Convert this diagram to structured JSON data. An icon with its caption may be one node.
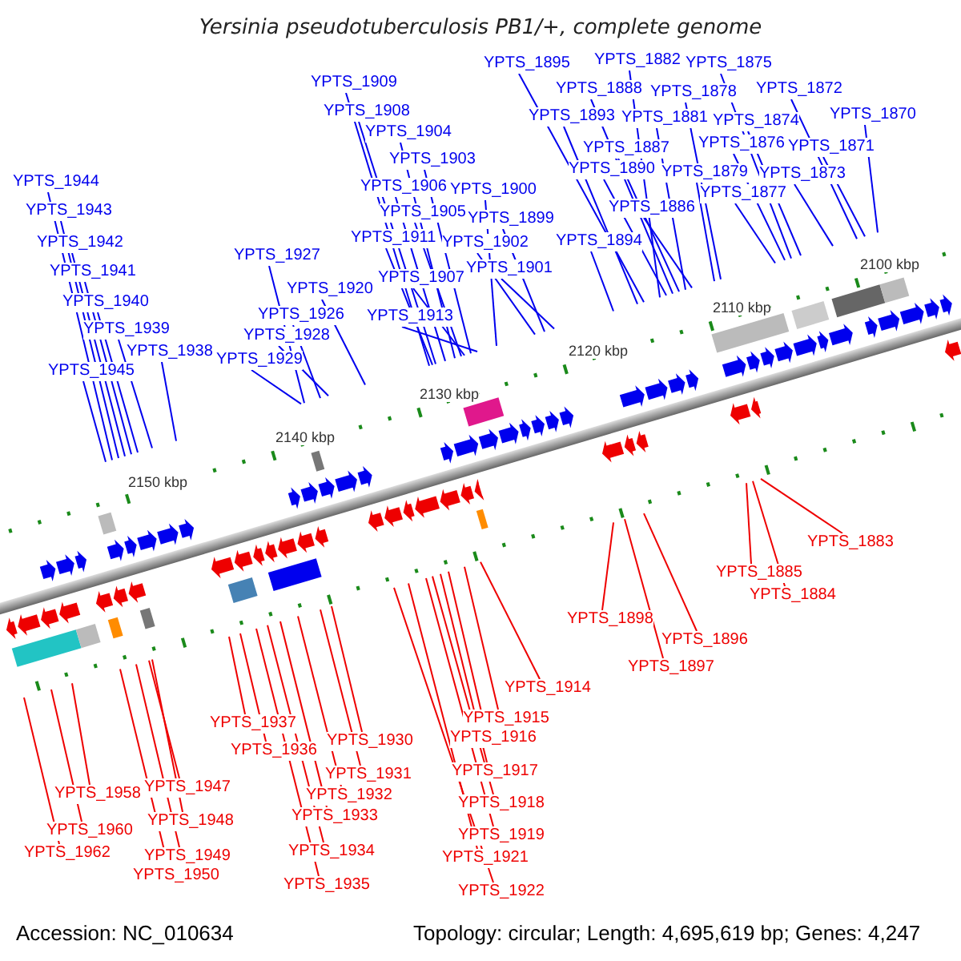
{
  "diagram": {
    "title": "Yersinia pseudotuberculosis PB1/+, complete genome",
    "nodes": [
      {
        "text": [
          "YPTS_1944"
        ]
      },
      {
        "text": [
          "YPTS_1943"
        ]
      },
      {
        "text": [
          "YPTS_1942"
        ]
      },
      {
        "text": [
          "YPTS_1941"
        ]
      },
      {
        "text": [
          "YPTS_1940"
        ]
      },
      {
        "text": [
          "YPTS_1939"
        ]
      },
      {
        "text": [
          "YPTS_1945"
        ]
      },
      {
        "text": [
          "YPTS_1938"
        ]
      },
      {
        "text": [
          "YPTS_1927"
        ]
      },
      {
        "text": [
          "YPTS_1920"
        ]
      },
      {
        "text": [
          "YPTS_1926"
        ]
      },
      {
        "text": [
          "YPTS_1928"
        ]
      },
      {
        "text": [
          "YPTS_1929"
        ]
      },
      {
        "text": [
          "YPTS_1909"
        ]
      },
      {
        "text": [
          "YPTS_1908"
        ]
      },
      {
        "text": [
          "YPTS_1904"
        ]
      },
      {
        "text": [
          "YPTS_1903"
        ]
      },
      {
        "text": [
          "YPTS_1906"
        ]
      },
      {
        "text": [
          "YPTS_1905"
        ]
      },
      {
        "text": [
          "YPTS_1911"
        ]
      },
      {
        "text": [
          "YPTS_1907"
        ]
      },
      {
        "text": [
          "YPTS_1913"
        ]
      },
      {
        "text": [
          "YPTS_1900"
        ]
      },
      {
        "text": [
          "YPTS_1899"
        ]
      },
      {
        "text": [
          "YPTS_1902"
        ]
      },
      {
        "text": [
          "YPTS_1901"
        ]
      },
      {
        "text": [
          "YPTS_1895"
        ]
      },
      {
        "text": [
          "YPTS_1893"
        ]
      },
      {
        "text": [
          "YPTS_1894"
        ]
      },
      {
        "text": [
          "YPTS_1888"
        ]
      },
      {
        "text": [
          "YPTS_1887"
        ]
      },
      {
        "text": [
          "YPTS_1890"
        ]
      },
      {
        "text": [
          "YPTS_1886"
        ]
      },
      {
        "text": [
          "YPTS_1882"
        ]
      },
      {
        "text": [
          "YPTS_1881"
        ]
      },
      {
        "text": [
          "YPTS_1878"
        ]
      },
      {
        "text": [
          "YPTS_1879"
        ]
      },
      {
        "text": [
          "YPTS_1876"
        ]
      },
      {
        "text": [
          "YPTS_1874"
        ]
      },
      {
        "text": [
          "YPTS_1875"
        ]
      },
      {
        "text": [
          "YPTS_1877"
        ]
      },
      {
        "text": [
          "YPTS_1872"
        ]
      },
      {
        "text": [
          "YPTS_1873"
        ]
      },
      {
        "text": [
          "YPTS_1871"
        ]
      },
      {
        "text": [
          "YPTS_1870"
        ]
      },
      {
        "text": [
          "YPTS_1958"
        ]
      },
      {
        "text": [
          "YPTS_1960"
        ]
      },
      {
        "text": [
          "YPTS_1962"
        ]
      },
      {
        "text": [
          "YPTS_1947"
        ]
      },
      {
        "text": [
          "YPTS_1948"
        ]
      },
      {
        "text": [
          "YPTS_1949"
        ]
      },
      {
        "text": [
          "YPTS_1950"
        ]
      },
      {
        "text": [
          "YPTS_1937"
        ]
      },
      {
        "text": [
          "YPTS_1936"
        ]
      },
      {
        "text": [
          "YPTS_1930"
        ]
      },
      {
        "text": [
          "YPTS_1931"
        ]
      },
      {
        "text": [
          "YPTS_1932"
        ]
      },
      {
        "text": [
          "YPTS_1933"
        ]
      },
      {
        "text": [
          "YPTS_1934"
        ]
      },
      {
        "text": [
          "YPTS_1935"
        ]
      },
      {
        "text": [
          "YPTS_1914"
        ]
      },
      {
        "text": [
          "YPTS_1915"
        ]
      },
      {
        "text": [
          "YPTS_1916"
        ]
      },
      {
        "text": [
          "YPTS_1917"
        ]
      },
      {
        "text": [
          "YPTS_1918"
        ]
      },
      {
        "text": [
          "YPTS_1919"
        ]
      },
      {
        "text": [
          "YPTS_1921"
        ]
      },
      {
        "text": [
          "YPTS_1922"
        ]
      },
      {
        "text": [
          "YPTS_1898"
        ]
      },
      {
        "text": [
          "YPTS_1897"
        ]
      },
      {
        "text": [
          "YPTS_1896"
        ]
      },
      {
        "text": [
          "YPTS_1885"
        ]
      },
      {
        "text": [
          "YPTS_1884"
        ]
      },
      {
        "text": [
          "YPTS_1883"
        ]
      }
    ],
    "edges": [
      {
        "from": 0,
        "to": null,
        "arrow": "none"
      },
      {
        "from": 1,
        "to": null,
        "arrow": "none"
      },
      {
        "from": 2,
        "to": null,
        "arrow": "none"
      },
      {
        "from": 3,
        "to": null,
        "arrow": "none"
      },
      {
        "from": 4,
        "to": null,
        "arrow": "none"
      },
      {
        "from": 5,
        "to": null,
        "arrow": "none"
      },
      {
        "from": 6,
        "to": null,
        "arrow": "none"
      },
      {
        "from": 7,
        "to": null,
        "arrow": "none"
      },
      {
        "from": 8,
        "to": null,
        "arrow": "none"
      },
      {
        "from": 9,
        "to": null,
        "arrow": "none"
      },
      {
        "from": 10,
        "to": null,
        "arrow": "none"
      },
      {
        "from": 11,
        "to": null,
        "arrow": "none"
      },
      {
        "from": 12,
        "to": null,
        "arrow": "none"
      },
      {
        "from": 13,
        "to": null,
        "arrow": "none"
      },
      {
        "from": 14,
        "to": null,
        "arrow": "none"
      },
      {
        "from": 15,
        "to": null,
        "arrow": "none"
      },
      {
        "from": 16,
        "to": null,
        "arrow": "none"
      },
      {
        "from": 17,
        "to": null,
        "arrow": "none"
      },
      {
        "from": 18,
        "to": null,
        "arrow": "none"
      },
      {
        "from": 19,
        "to": null,
        "arrow": "none"
      },
      {
        "from": 20,
        "to": null,
        "arrow": "none"
      },
      {
        "from": 21,
        "to": null,
        "arrow": "none"
      },
      {
        "from": 22,
        "to": null,
        "arrow": "none"
      },
      {
        "from": 23,
        "to": null,
        "arrow": "none"
      },
      {
        "from": 24,
        "to": null,
        "arrow": "none"
      },
      {
        "from": 25,
        "to": null,
        "arrow": "none"
      },
      {
        "from": 26,
        "to": null,
        "arrow": "none"
      },
      {
        "from": 27,
        "to": null,
        "arrow": "none"
      },
      {
        "from": 28,
        "to": null,
        "arrow": "none"
      },
      {
        "from": 29,
        "to": null,
        "arrow": "none"
      },
      {
        "from": 30,
        "to": null,
        "arrow": "none"
      },
      {
        "from": 31,
        "to": null,
        "arrow": "none"
      },
      {
        "from": 32,
        "to": null,
        "arrow": "none"
      },
      {
        "from": 33,
        "to": null,
        "arrow": "none"
      },
      {
        "from": 34,
        "to": null,
        "arrow": "none"
      },
      {
        "from": 35,
        "to": null,
        "arrow": "none"
      },
      {
        "from": 36,
        "to": null,
        "arrow": "none"
      },
      {
        "from": 37,
        "to": null,
        "arrow": "none"
      },
      {
        "from": 38,
        "to": null,
        "arrow": "none"
      },
      {
        "from": 39,
        "to": null,
        "arrow": "none"
      },
      {
        "from": 40,
        "to": null,
        "arrow": "none"
      },
      {
        "from": 41,
        "to": null,
        "arrow": "none"
      },
      {
        "from": 42,
        "to": null,
        "arrow": "none"
      },
      {
        "from": 43,
        "to": null,
        "arrow": "none"
      },
      {
        "from": 44,
        "to": null,
        "arrow": "none"
      },
      {
        "from": 45,
        "to": null,
        "arrow": "none",
        "color": "#ee0000"
      },
      {
        "from": 46,
        "to": null,
        "arrow": "none",
        "color": "#ee0000"
      },
      {
        "from": 47,
        "to": null,
        "arrow": "none",
        "color": "#ee0000"
      },
      {
        "from": 48,
        "to": null,
        "arrow": "none",
        "color": "#ee0000"
      },
      {
        "from": 49,
        "to": null,
        "arrow": "none",
        "color": "#ee0000"
      },
      {
        "from": 50,
        "to": null,
        "arrow": "none",
        "color": "#ee0000"
      },
      {
        "from": 51,
        "to": null,
        "arrow": "none",
        "color": "#ee0000"
      },
      {
        "from": 52,
        "to": null,
        "arrow": "none",
        "color": "#ee0000"
      },
      {
        "from": 53,
        "to": null,
        "arrow": "none",
        "color": "#ee0000"
      },
      {
        "from": 54,
        "to": null,
        "arrow": "none",
        "color": "#ee0000"
      },
      {
        "from": 55,
        "to": null,
        "arrow": "none",
        "color": "#ee0000"
      },
      {
        "from": 56,
        "to": null,
        "arrow": "none",
        "color": "#ee0000"
      },
      {
        "from": 57,
        "to": null,
        "arrow": "none",
        "color": "#ee0000"
      },
      {
        "from": 58,
        "to": null,
        "arrow": "none",
        "color": "#ee0000"
      },
      {
        "from": 59,
        "to": null,
        "arrow": "none",
        "color": "#ee0000"
      },
      {
        "from": 60,
        "to": null,
        "arrow": "none",
        "color": "#ee0000"
      },
      {
        "from": 61,
        "to": null,
        "arrow": "none",
        "color": "#ee0000"
      },
      {
        "from": 62,
        "to": null,
        "arrow": "none",
        "color": "#ee0000"
      },
      {
        "from": 63,
        "to": null,
        "arrow": "none",
        "color": "#ee0000"
      },
      {
        "from": 64,
        "to": null,
        "arrow": "none",
        "color": "#ee0000"
      },
      {
        "from": 65,
        "to": null,
        "arrow": "none",
        "color": "#ee0000"
      },
      {
        "from": 66,
        "to": null,
        "arrow": "none",
        "color": "#ee0000"
      },
      {
        "from": 67,
        "to": null,
        "arrow": "none",
        "color": "#ee0000"
      },
      {
        "from": 68,
        "to": null,
        "arrow": "none",
        "color": "#ee0000"
      },
      {
        "from": 69,
        "to": null,
        "arrow": "none",
        "color": "#ee0000"
      },
      {
        "from": 70,
        "to": null,
        "arrow": "none",
        "color": "#ee0000"
      },
      {
        "from": 71,
        "to": null,
        "arrow": "none",
        "color": "#ee0000"
      },
      {
        "from": 72,
        "to": null,
        "arrow": "none",
        "color": "#ee0000"
      },
      {
        "from": 73,
        "to": null,
        "arrow": "none",
        "color": "#ee0000"
      }
    ],
    "labels": [
      "2100 kbp",
      "2110 kbp",
      "2120 kbp",
      "2130 kbp",
      "2140 kbp",
      "2150 kbp",
      "Accession: NC_010634",
      "Topology: circular; Length: 4,695,619 bp; Genes: 4,247"
    ]
  }
}
